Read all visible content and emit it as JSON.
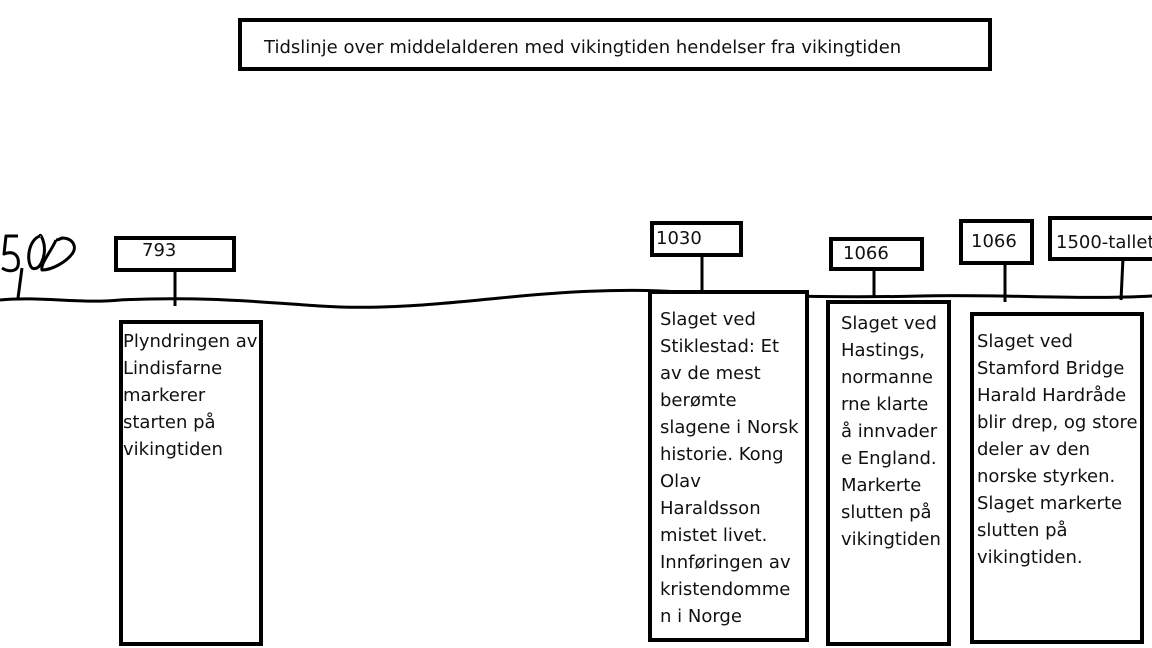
{
  "title": "Tidslinje over middelalderen med vikingtiden hendelser fra vikingtiden",
  "corner_scribble": "500",
  "events": [
    {
      "year": "793",
      "text": "Plyndringen av\nLindisfarne\nmarkerer\nstarten på\nvikingtiden"
    },
    {
      "year": "1030",
      "text": "Slaget ved\nStiklestad: Et\nav de mest\nberømte\nslagene i Norsk\nhistorie. Kong\nOlav\nHaraldsson\nmistet livet.\nInnføringen av\nkristendomme\nn i Norge"
    },
    {
      "year": "1066",
      "text": "Slaget ved\nHastings,\nnormanne\nrne klarte\nå innvader\ne England.\nMarkerte\nslutten på\nvikingtiden"
    },
    {
      "year": "1066",
      "text": "Slaget ved\nStamford Bridge\nHarald Hardråde\nblir drep, og store\ndeler av den\nnorske styrken.\nSlaget markerte\nslutten på\nvikingtiden."
    },
    {
      "year": "1500-tallet",
      "text": ""
    }
  ]
}
